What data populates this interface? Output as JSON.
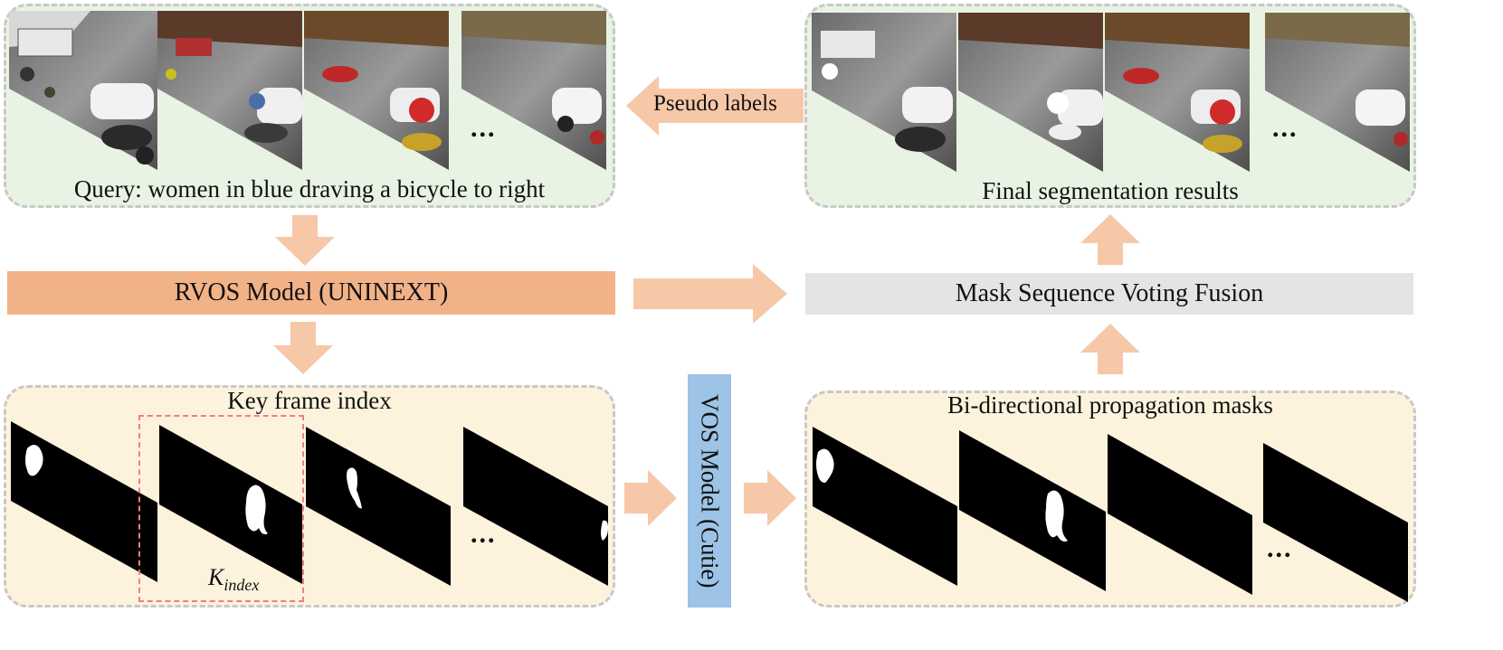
{
  "top_left": {
    "caption": "Query: women in blue draving a bicycle to right",
    "ellipsis": "..."
  },
  "top_right": {
    "caption": "Final segmentation results",
    "ellipsis": "..."
  },
  "pseudo_labels": "Pseudo labels",
  "rvos_model": "RVOS Model (UNINEXT)",
  "fusion": "Mask Sequence Voting Fusion",
  "bottom_left": {
    "caption": "Key frame index",
    "ellipsis": "...",
    "k_main": "K",
    "k_sub": "index"
  },
  "vos_model": "VOS Model (Cutie)",
  "bottom_right": {
    "caption": "Bi-directional propagation masks",
    "ellipsis": "..."
  },
  "colors": {
    "arrow": "#f6c8a8",
    "rvos_bar": "#f2b288",
    "fusion_bar": "#e4e4e4",
    "vos_bar": "#9dc3e6",
    "green_panel": "#e9f3e3",
    "cream_panel": "#fdf3dd",
    "key_box": "#ee8080"
  }
}
